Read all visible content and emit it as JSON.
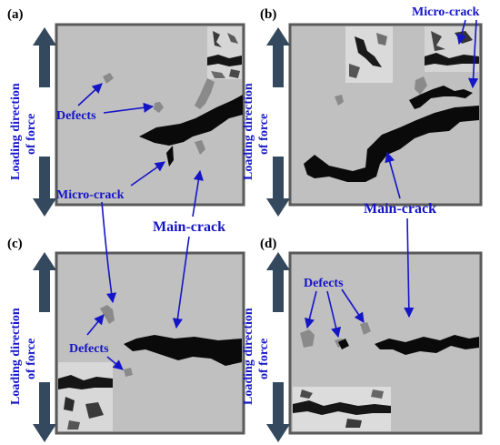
{
  "panels": [
    {
      "letter": "(a)"
    },
    {
      "letter": "(b)"
    },
    {
      "letter": "(c)"
    },
    {
      "letter": "(d)"
    }
  ],
  "loading_direction": {
    "line1": "Loading direction",
    "line2": "of force"
  },
  "labels": {
    "defects": "Defects",
    "micro_crack": "Micro-crack",
    "main_crack": "Main-crack"
  },
  "colors": {
    "panel_fill": "#c0c0c0",
    "panel_border": "#5a5a5a",
    "arrow_blue": "#1515c8",
    "loading_arrow": "#34495e",
    "crack": "#0a0a0a",
    "defect": "#8a8a8a"
  }
}
